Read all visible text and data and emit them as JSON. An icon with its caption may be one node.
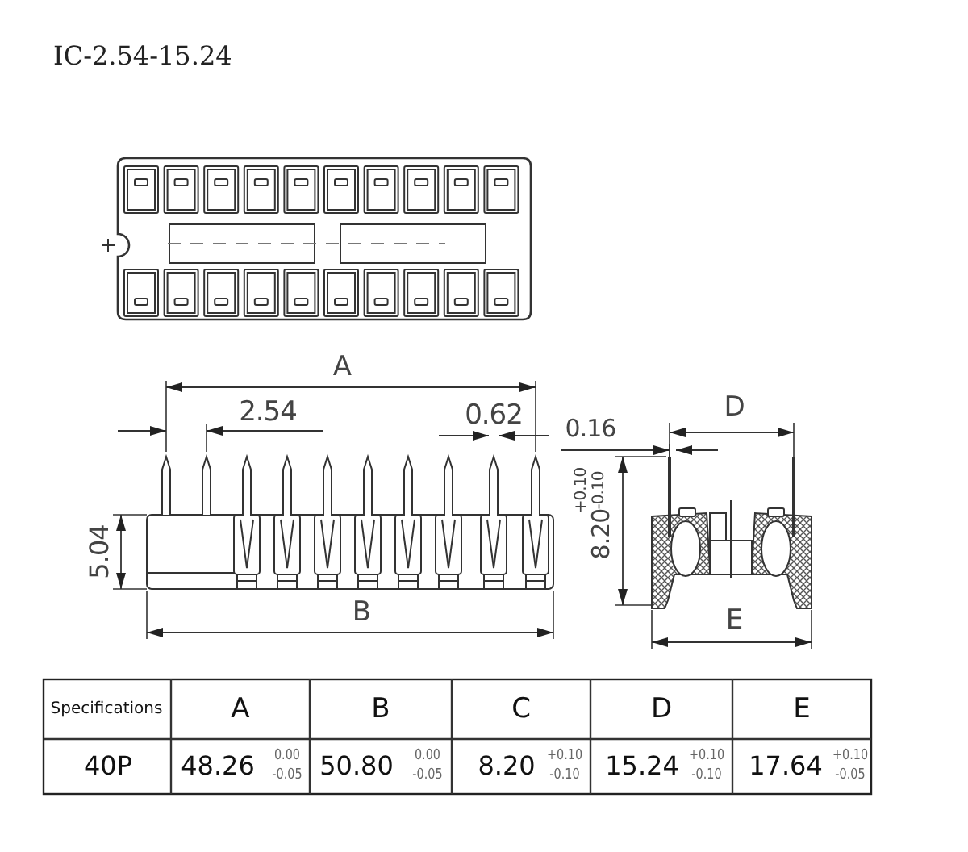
{
  "diagram": {
    "title": "IC-2.54-15.24",
    "labels": [
      "A",
      "2.54",
      "0.62",
      "0.16",
      "D",
      "5.04",
      "8.20",
      "+0.10",
      "-0.10",
      "B",
      "E",
      "Specifications",
      "A",
      "B",
      "C",
      "D",
      "E",
      "40P",
      "48.26",
      "0.00",
      "-0.05",
      "50.80",
      "0.00",
      "-0.05",
      "8.20",
      "+0.10",
      "-0.10",
      "15.24",
      "+0.10",
      "-0.10",
      "17.64",
      "+0.10",
      "-0.05"
    ]
  }
}
